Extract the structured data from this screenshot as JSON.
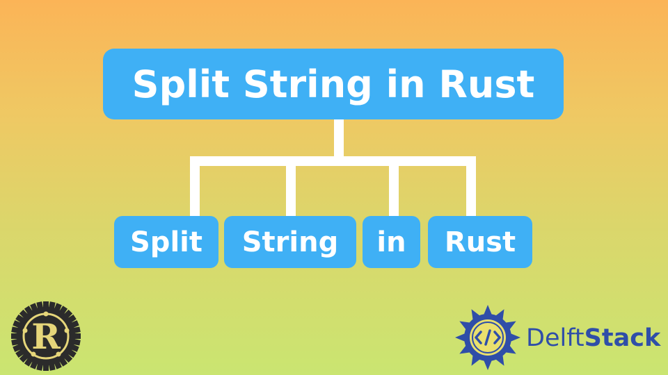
{
  "title": "Split String in Rust",
  "words": [
    "Split",
    "String",
    "in",
    "Rust"
  ],
  "brand": {
    "name_part1": "Delft",
    "name_part2": "Stack",
    "color": "#2f4ea8",
    "icon": "code-brackets-icon"
  },
  "rust_logo": {
    "letter": "R",
    "icon": "rust-gear-logo"
  },
  "colors": {
    "box": "#3fb0f5",
    "connector": "#ffffff",
    "background_top": "#fbb457",
    "background_bottom": "#cae571"
  }
}
